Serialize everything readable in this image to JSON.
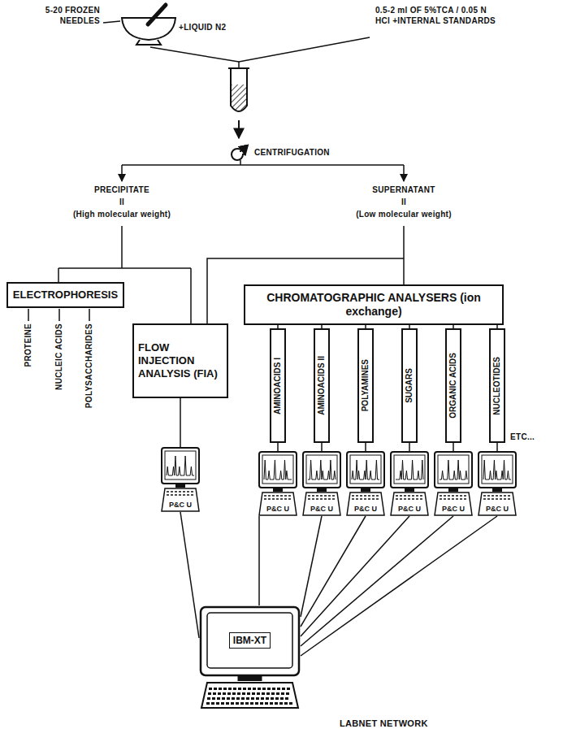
{
  "diagram": {
    "nodes": [
      {
        "text": [
          "ELECTROPHORESIS"
        ]
      },
      {
        "text": [
          "FLOW INJECTION ANALYSIS (FIA)"
        ]
      },
      {
        "text": [
          "CHROMATOGRAPHIC ANALYSERS (ion exchange)"
        ]
      },
      {
        "text": [
          "AMINOACIDS I"
        ]
      },
      {
        "text": [
          "AMINOACIDS II"
        ]
      },
      {
        "text": [
          "POLYAMINES"
        ]
      },
      {
        "text": [
          "SUGARS"
        ]
      },
      {
        "text": [
          "ORGANIC ACIDS"
        ]
      },
      {
        "text": [
          "NUCLEOTIDES"
        ]
      },
      {
        "text": [
          "P&C U"
        ]
      },
      {
        "text": [
          "P&C U"
        ]
      },
      {
        "text": [
          "P&C U"
        ]
      },
      {
        "text": [
          "P&C U"
        ]
      },
      {
        "text": [
          "P&C U"
        ]
      },
      {
        "text": [
          "P&C U"
        ]
      },
      {
        "text": [
          "P&C U"
        ]
      },
      {
        "text": [
          "IBM-XT"
        ]
      }
    ],
    "edges": [
      {
        "from": 2,
        "to": 3,
        "arrow": "none"
      },
      {
        "from": 2,
        "to": 4,
        "arrow": "none"
      },
      {
        "from": 2,
        "to": 5,
        "arrow": "none"
      },
      {
        "from": 2,
        "to": 6,
        "arrow": "none"
      },
      {
        "from": 2,
        "to": 7,
        "arrow": "none"
      },
      {
        "from": 2,
        "to": 8,
        "arrow": "none"
      },
      {
        "from": 3,
        "to": 10,
        "arrow": "none"
      },
      {
        "from": 4,
        "to": 11,
        "arrow": "none"
      },
      {
        "from": 5,
        "to": 12,
        "arrow": "none"
      },
      {
        "from": 6,
        "to": 13,
        "arrow": "none"
      },
      {
        "from": 7,
        "to": 14,
        "arrow": "none"
      },
      {
        "from": 8,
        "to": 15,
        "arrow": "none"
      },
      {
        "from": 1,
        "to": 9,
        "arrow": "none"
      },
      {
        "from": 9,
        "to": 16,
        "arrow": "none"
      },
      {
        "from": 10,
        "to": 16,
        "arrow": "none"
      },
      {
        "from": 11,
        "to": 16,
        "arrow": "none"
      },
      {
        "from": 12,
        "to": 16,
        "arrow": "none"
      },
      {
        "from": 13,
        "to": 16,
        "arrow": "none"
      },
      {
        "from": 14,
        "to": 16,
        "arrow": "none"
      },
      {
        "from": 15,
        "to": 16,
        "arrow": "none"
      }
    ],
    "labels": [
      "5-20 FROZEN NEEDLES",
      "+LIQUID N2",
      "0.5-2 ml OF 5%TCA / 0.05 N HCl +INTERNAL STANDARDS",
      "CENTRIFUGATION",
      "PRECIPITATE",
      "II",
      "(High molecular weight)",
      "SUPERNATANT",
      "II",
      "(Low molecular weight)",
      "PROTEINE",
      "NUCLEIC ACIDS",
      "POLYSACCHARIDES",
      "ETC...",
      "LABNET NETWORK"
    ]
  }
}
